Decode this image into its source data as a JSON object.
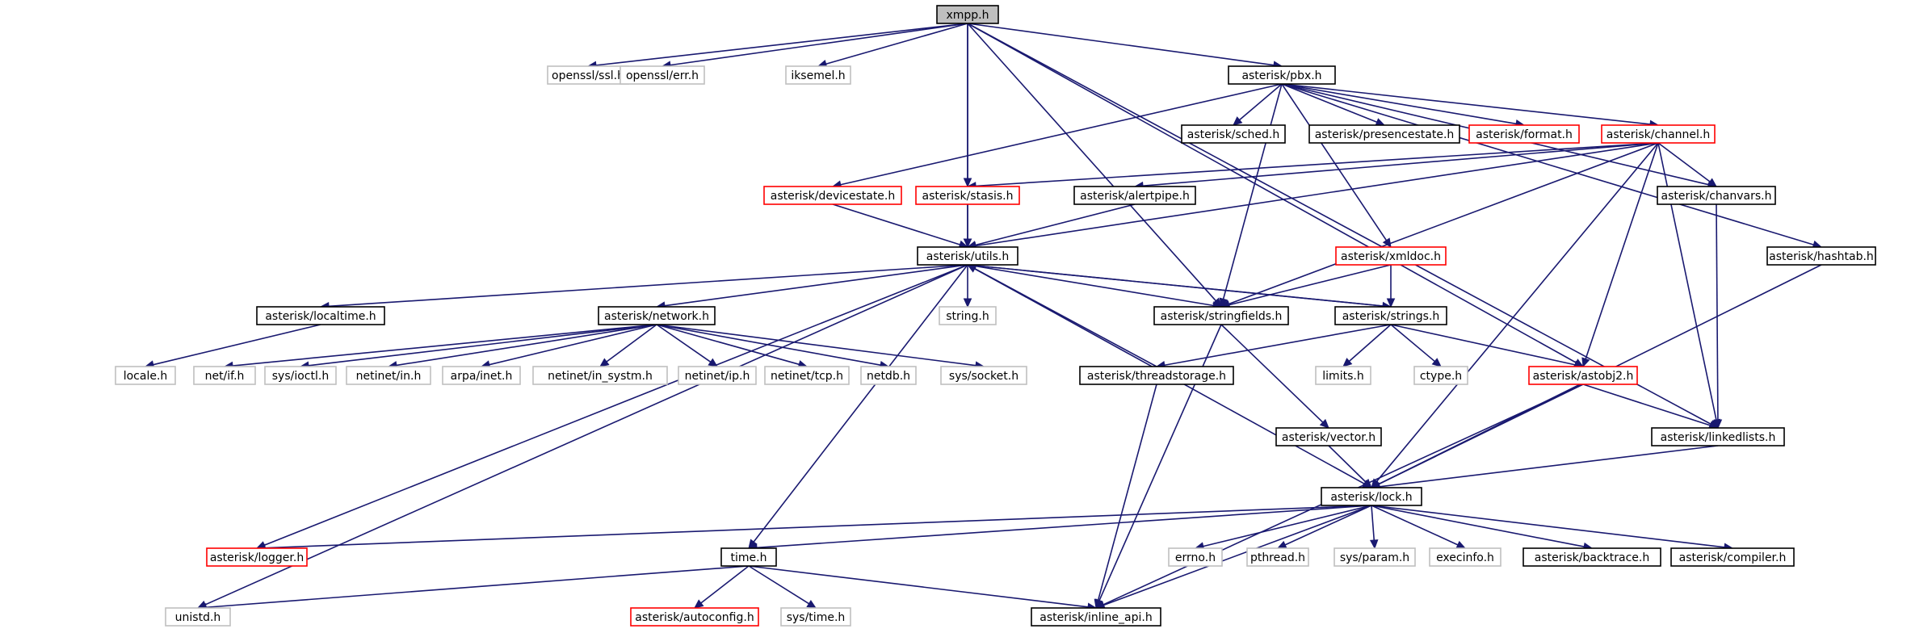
{
  "diagram": {
    "nodes": [
      {
        "id": "xmpp_h",
        "label": "xmpp.h",
        "style": "root"
      },
      {
        "id": "openssl_ssl_h",
        "label": "openssl/ssl.h",
        "style": "ext"
      },
      {
        "id": "openssl_err_h",
        "label": "openssl/err.h",
        "style": "ext"
      },
      {
        "id": "iksemel_h",
        "label": "iksemel.h",
        "style": "ext"
      },
      {
        "id": "asterisk_pbx_h",
        "label": "asterisk/pbx.h",
        "style": "doc"
      },
      {
        "id": "asterisk_sched_h",
        "label": "asterisk/sched.h",
        "style": "doc"
      },
      {
        "id": "asterisk_presencestate_h",
        "label": "asterisk/presencestate.h",
        "style": "doc"
      },
      {
        "id": "asterisk_format_h",
        "label": "asterisk/format.h",
        "style": "trunc"
      },
      {
        "id": "asterisk_channel_h",
        "label": "asterisk/channel.h",
        "style": "trunc"
      },
      {
        "id": "asterisk_devicestate_h",
        "label": "asterisk/devicestate.h",
        "style": "trunc"
      },
      {
        "id": "asterisk_stasis_h",
        "label": "asterisk/stasis.h",
        "style": "trunc"
      },
      {
        "id": "asterisk_alertpipe_h",
        "label": "asterisk/alertpipe.h",
        "style": "doc"
      },
      {
        "id": "asterisk_chanvars_h",
        "label": "asterisk/chanvars.h",
        "style": "doc"
      },
      {
        "id": "asterisk_utils_h",
        "label": "asterisk/utils.h",
        "style": "doc"
      },
      {
        "id": "asterisk_xmldoc_h",
        "label": "asterisk/xmldoc.h",
        "style": "trunc"
      },
      {
        "id": "asterisk_hashtab_h",
        "label": "asterisk/hashtab.h",
        "style": "doc"
      },
      {
        "id": "asterisk_localtime_h",
        "label": "asterisk/localtime.h",
        "style": "doc"
      },
      {
        "id": "asterisk_network_h",
        "label": "asterisk/network.h",
        "style": "doc"
      },
      {
        "id": "string_h",
        "label": "string.h",
        "style": "ext"
      },
      {
        "id": "asterisk_stringfields_h",
        "label": "asterisk/stringfields.h",
        "style": "doc"
      },
      {
        "id": "asterisk_strings_h",
        "label": "asterisk/strings.h",
        "style": "doc"
      },
      {
        "id": "locale_h",
        "label": "locale.h",
        "style": "ext"
      },
      {
        "id": "net_if_h",
        "label": "net/if.h",
        "style": "ext"
      },
      {
        "id": "sys_ioctl_h",
        "label": "sys/ioctl.h",
        "style": "ext"
      },
      {
        "id": "netinet_in_h",
        "label": "netinet/in.h",
        "style": "ext"
      },
      {
        "id": "arpa_inet_h",
        "label": "arpa/inet.h",
        "style": "ext"
      },
      {
        "id": "netinet_in_systm_h",
        "label": "netinet/in_systm.h",
        "style": "ext"
      },
      {
        "id": "netinet_ip_h",
        "label": "netinet/ip.h",
        "style": "ext"
      },
      {
        "id": "netinet_tcp_h",
        "label": "netinet/tcp.h",
        "style": "ext"
      },
      {
        "id": "netdb_h",
        "label": "netdb.h",
        "style": "ext"
      },
      {
        "id": "sys_socket_h",
        "label": "sys/socket.h",
        "style": "ext"
      },
      {
        "id": "asterisk_threadstorage_h",
        "label": "asterisk/threadstorage.h",
        "style": "doc"
      },
      {
        "id": "limits_h",
        "label": "limits.h",
        "style": "ext"
      },
      {
        "id": "ctype_h",
        "label": "ctype.h",
        "style": "ext"
      },
      {
        "id": "asterisk_astobj2_h",
        "label": "asterisk/astobj2.h",
        "style": "trunc"
      },
      {
        "id": "asterisk_linkedlists_h",
        "label": "asterisk/linkedlists.h",
        "style": "doc"
      },
      {
        "id": "asterisk_vector_h",
        "label": "asterisk/vector.h",
        "style": "doc"
      },
      {
        "id": "asterisk_lock_h",
        "label": "asterisk/lock.h",
        "style": "doc"
      },
      {
        "id": "asterisk_logger_h",
        "label": "asterisk/logger.h",
        "style": "trunc"
      },
      {
        "id": "time_h",
        "label": "time.h",
        "style": "doc"
      },
      {
        "id": "errno_h",
        "label": "errno.h",
        "style": "ext"
      },
      {
        "id": "pthread_h",
        "label": "pthread.h",
        "style": "ext"
      },
      {
        "id": "sys_param_h",
        "label": "sys/param.h",
        "style": "ext"
      },
      {
        "id": "execinfo_h",
        "label": "execinfo.h",
        "style": "ext"
      },
      {
        "id": "asterisk_backtrace_h",
        "label": "asterisk/backtrace.h",
        "style": "doc"
      },
      {
        "id": "asterisk_compiler_h",
        "label": "asterisk/compiler.h",
        "style": "doc"
      },
      {
        "id": "unistd_h",
        "label": "unistd.h",
        "style": "ext"
      },
      {
        "id": "asterisk_autoconfig_h",
        "label": "asterisk/autoconfig.h",
        "style": "trunc"
      },
      {
        "id": "sys_time_h",
        "label": "sys/time.h",
        "style": "ext"
      },
      {
        "id": "asterisk_inline_api_h",
        "label": "asterisk/inline_api.h",
        "style": "doc"
      }
    ],
    "edges": [
      [
        "xmpp_h",
        "openssl_ssl_h"
      ],
      [
        "xmpp_h",
        "openssl_err_h"
      ],
      [
        "xmpp_h",
        "iksemel_h"
      ],
      [
        "xmpp_h",
        "asterisk_pbx_h"
      ],
      [
        "xmpp_h",
        "asterisk_stasis_h"
      ],
      [
        "xmpp_h",
        "asterisk_utils_h"
      ],
      [
        "xmpp_h",
        "asterisk_stringfields_h"
      ],
      [
        "xmpp_h",
        "asterisk_astobj2_h"
      ],
      [
        "xmpp_h",
        "asterisk_linkedlists_h"
      ],
      [
        "asterisk_pbx_h",
        "asterisk_sched_h"
      ],
      [
        "asterisk_pbx_h",
        "asterisk_presencestate_h"
      ],
      [
        "asterisk_pbx_h",
        "asterisk_format_h"
      ],
      [
        "asterisk_pbx_h",
        "asterisk_channel_h"
      ],
      [
        "asterisk_pbx_h",
        "asterisk_devicestate_h"
      ],
      [
        "asterisk_pbx_h",
        "asterisk_chanvars_h"
      ],
      [
        "asterisk_pbx_h",
        "asterisk_hashtab_h"
      ],
      [
        "asterisk_pbx_h",
        "asterisk_xmldoc_h"
      ],
      [
        "asterisk_pbx_h",
        "asterisk_stringfields_h"
      ],
      [
        "asterisk_channel_h",
        "asterisk_alertpipe_h"
      ],
      [
        "asterisk_channel_h",
        "asterisk_stasis_h"
      ],
      [
        "asterisk_channel_h",
        "asterisk_chanvars_h"
      ],
      [
        "asterisk_channel_h",
        "asterisk_utils_h"
      ],
      [
        "asterisk_channel_h",
        "asterisk_stringfields_h"
      ],
      [
        "asterisk_channel_h",
        "asterisk_astobj2_h"
      ],
      [
        "asterisk_channel_h",
        "asterisk_linkedlists_h"
      ],
      [
        "asterisk_channel_h",
        "asterisk_lock_h"
      ],
      [
        "asterisk_devicestate_h",
        "asterisk_utils_h"
      ],
      [
        "asterisk_stasis_h",
        "asterisk_utils_h"
      ],
      [
        "asterisk_alertpipe_h",
        "asterisk_utils_h"
      ],
      [
        "asterisk_chanvars_h",
        "asterisk_linkedlists_h"
      ],
      [
        "asterisk_hashtab_h",
        "asterisk_lock_h"
      ],
      [
        "asterisk_xmldoc_h",
        "asterisk_stringfields_h"
      ],
      [
        "asterisk_xmldoc_h",
        "asterisk_strings_h"
      ],
      [
        "asterisk_utils_h",
        "asterisk_localtime_h"
      ],
      [
        "asterisk_utils_h",
        "asterisk_network_h"
      ],
      [
        "asterisk_utils_h",
        "string_h"
      ],
      [
        "asterisk_utils_h",
        "asterisk_stringfields_h"
      ],
      [
        "asterisk_utils_h",
        "asterisk_strings_h"
      ],
      [
        "asterisk_utils_h",
        "asterisk_lock_h"
      ],
      [
        "asterisk_utils_h",
        "asterisk_logger_h"
      ],
      [
        "asterisk_utils_h",
        "time_h"
      ],
      [
        "asterisk_utils_h",
        "unistd_h"
      ],
      [
        "asterisk_localtime_h",
        "locale_h"
      ],
      [
        "asterisk_network_h",
        "net_if_h"
      ],
      [
        "asterisk_network_h",
        "sys_ioctl_h"
      ],
      [
        "asterisk_network_h",
        "netinet_in_h"
      ],
      [
        "asterisk_network_h",
        "arpa_inet_h"
      ],
      [
        "asterisk_network_h",
        "netinet_in_systm_h"
      ],
      [
        "asterisk_network_h",
        "netinet_ip_h"
      ],
      [
        "asterisk_network_h",
        "netinet_tcp_h"
      ],
      [
        "asterisk_network_h",
        "netdb_h"
      ],
      [
        "asterisk_network_h",
        "sys_socket_h"
      ],
      [
        "asterisk_stringfields_h",
        "asterisk_vector_h"
      ],
      [
        "asterisk_stringfields_h",
        "asterisk_inline_api_h"
      ],
      [
        "asterisk_strings_h",
        "asterisk_utils_h"
      ],
      [
        "asterisk_strings_h",
        "asterisk_threadstorage_h"
      ],
      [
        "asterisk_strings_h",
        "limits_h"
      ],
      [
        "asterisk_strings_h",
        "ctype_h"
      ],
      [
        "asterisk_strings_h",
        "asterisk_astobj2_h"
      ],
      [
        "asterisk_threadstorage_h",
        "asterisk_utils_h"
      ],
      [
        "asterisk_threadstorage_h",
        "asterisk_inline_api_h"
      ],
      [
        "asterisk_astobj2_h",
        "asterisk_linkedlists_h"
      ],
      [
        "asterisk_astobj2_h",
        "asterisk_lock_h"
      ],
      [
        "asterisk_astobj2_h",
        "asterisk_inline_api_h"
      ],
      [
        "asterisk_linkedlists_h",
        "asterisk_lock_h"
      ],
      [
        "asterisk_vector_h",
        "asterisk_lock_h"
      ],
      [
        "asterisk_lock_h",
        "asterisk_logger_h"
      ],
      [
        "asterisk_lock_h",
        "time_h"
      ],
      [
        "asterisk_lock_h",
        "errno_h"
      ],
      [
        "asterisk_lock_h",
        "pthread_h"
      ],
      [
        "asterisk_lock_h",
        "sys_param_h"
      ],
      [
        "asterisk_lock_h",
        "execinfo_h"
      ],
      [
        "asterisk_lock_h",
        "asterisk_backtrace_h"
      ],
      [
        "asterisk_lock_h",
        "asterisk_compiler_h"
      ],
      [
        "asterisk_lock_h",
        "asterisk_inline_api_h"
      ],
      [
        "time_h",
        "unistd_h"
      ],
      [
        "time_h",
        "asterisk_autoconfig_h"
      ],
      [
        "time_h",
        "sys_time_h"
      ],
      [
        "time_h",
        "asterisk_inline_api_h"
      ]
    ],
    "colors": {
      "edge": "#191970",
      "root_fill": "#bfbfbf",
      "doc_border": "#000000",
      "trunc_border": "#ff0000",
      "ext_border": "#bfbfbf"
    }
  }
}
